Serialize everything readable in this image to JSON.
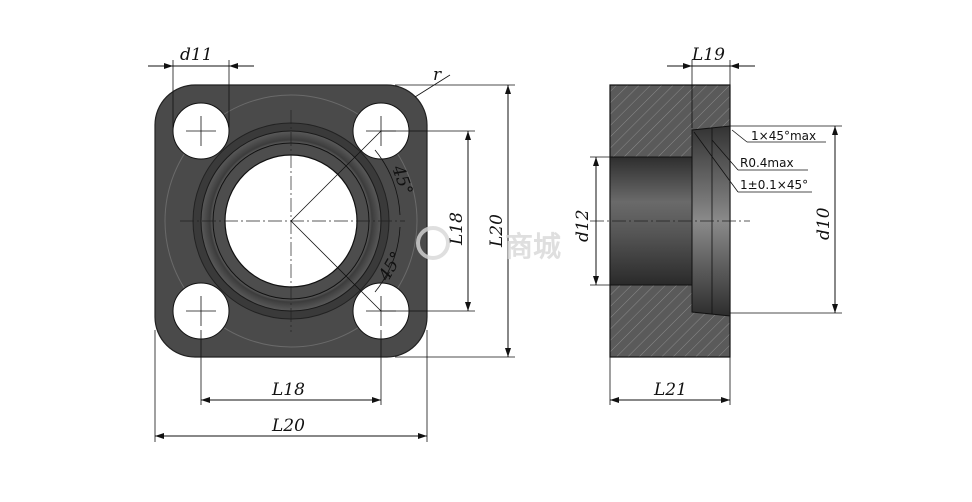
{
  "front_view": {
    "labels": {
      "d11": "d11",
      "r": "r",
      "angle_top": "45°",
      "angle_bottom": "45°",
      "L18_vertical": "L18",
      "L20_vertical": "L20",
      "L18_horizontal": "L18",
      "L20_horizontal": "L20"
    }
  },
  "side_view": {
    "labels": {
      "L19": "L19",
      "d12": "d12",
      "d10": "d10",
      "L21": "L21"
    },
    "notes": {
      "chamfer": "1×45°max",
      "radius": "R0.4max",
      "chamfer_tol": "1±0.1×45°"
    }
  },
  "watermark": "商城",
  "colors": {
    "body": "#4a4a4a",
    "body_dark": "#3a3a3a",
    "hatch_fill": "#5a5a5a",
    "hole": "#ffffff"
  }
}
